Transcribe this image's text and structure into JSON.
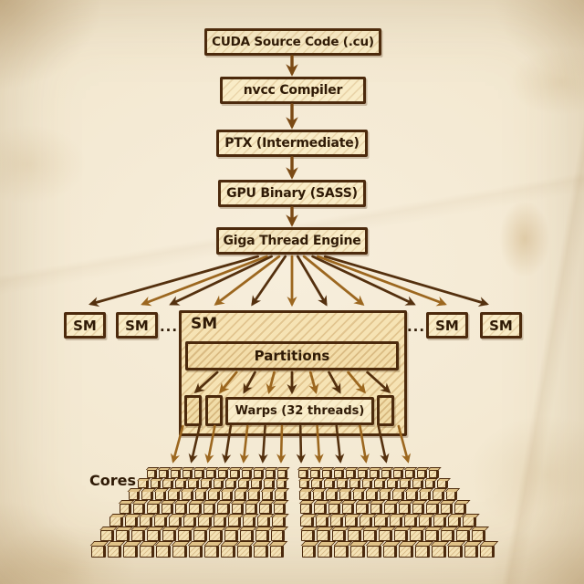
{
  "flow": {
    "boxes": [
      {
        "id": "cuda",
        "label": "CUDA Source Code (.cu)"
      },
      {
        "id": "nvcc",
        "label": "nvcc Compiler"
      },
      {
        "id": "ptx",
        "label": "PTX (Intermediate)"
      },
      {
        "id": "sass",
        "label": "GPU Binary (SASS)"
      },
      {
        "id": "gte",
        "label": "Giga Thread Engine"
      }
    ]
  },
  "sm_row": {
    "left_sms": [
      "SM",
      "SM"
    ],
    "left_ellipsis": "...",
    "big_sm": {
      "label": "SM",
      "partitions_label": "Partitions",
      "warps_label": "Warps (32 threads)"
    },
    "right_ellipsis": "...",
    "right_sms": [
      "SM",
      "SM"
    ]
  },
  "cores": {
    "label": "Cores",
    "rows": 7,
    "cubes_per_side": 12
  },
  "arrows": {
    "flow_count": 4,
    "gte_to_sm_count": 11,
    "partitions_to_warps_count": 9,
    "sm_to_cores_count": 13
  },
  "colors": {
    "ink": "#4c2a0d",
    "text": "#2f1a06",
    "box_fill": "#f9ecc7",
    "big_box_fill": "#f6e3b4",
    "arrow_dark": "#54300e",
    "arrow_mid": "#7b4a14",
    "arrow_light": "#9c671f",
    "paper": "#f2e7cf"
  }
}
